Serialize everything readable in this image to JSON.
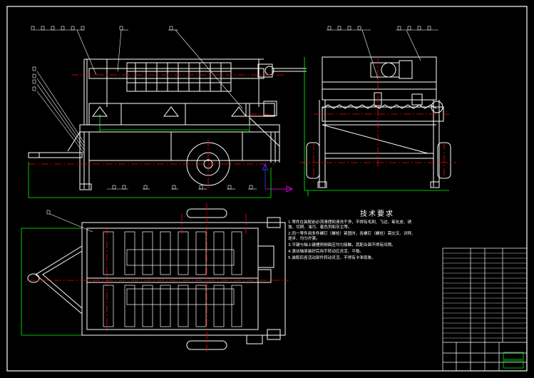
{
  "drawing": {
    "tech_requirements_title": "技术要求",
    "tech_requirements": [
      "1.零件在装配前必须清理和清洗干净，不得有毛刺、飞边、氧化皮、锈",
      "蚀、切屑、油污、着色剂和灰尘等。",
      "2.同一零件用多件螺钉（螺栓）紧固时，各螺钉（螺栓）需交叉、对称、",
      "逐步、均匀拧紧。",
      "3.平键与轴上键槽两侧面应均匀接触，其配合面不得有间隙。",
      "4.滚动轴承装好后用手转动应灵活、平稳。",
      "5.装配后各活动部件转动灵活，不得有卡滞现象。"
    ],
    "colors": {
      "background": "#000000",
      "outline": "#ffffff",
      "centerline": "#ff0000",
      "dimension": "#00ff00",
      "axis_magenta": "#ff00ff",
      "axis_blue": "#4040ff"
    }
  }
}
